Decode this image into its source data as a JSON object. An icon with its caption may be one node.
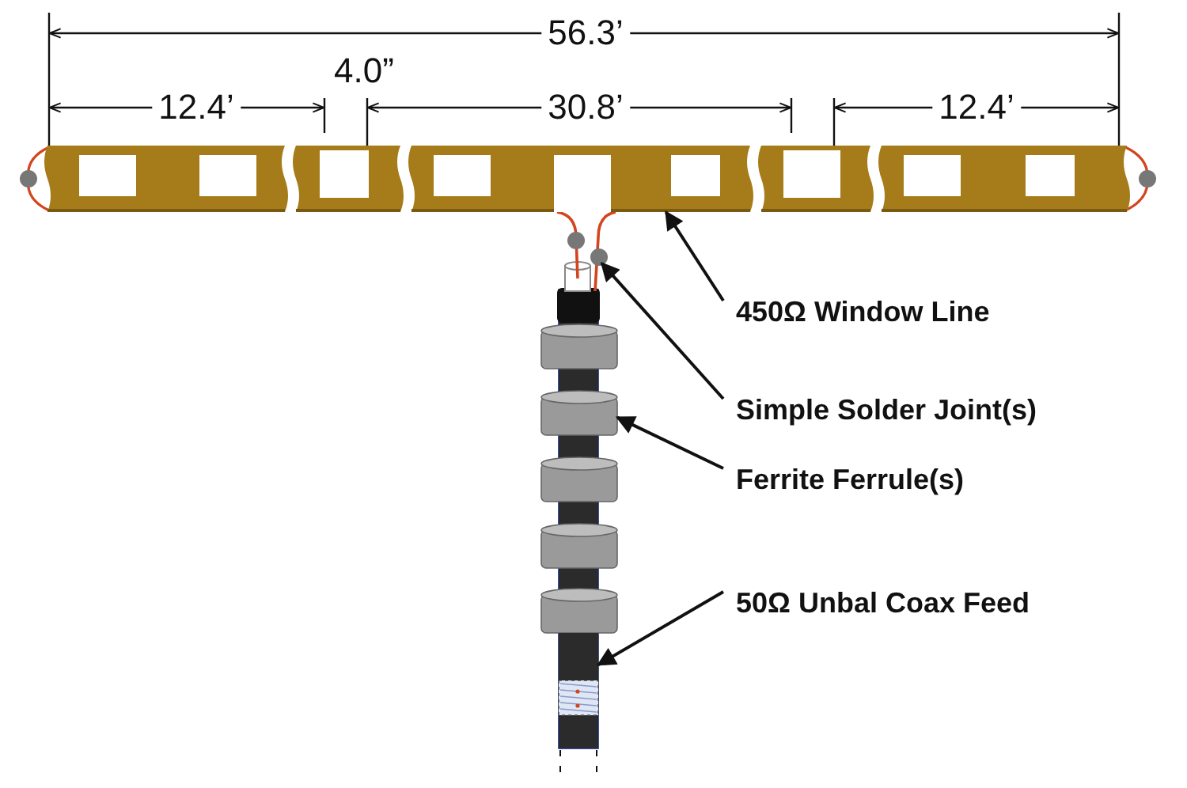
{
  "diagram": {
    "nodes": [
      {
        "text": [
          "450Ω Window Line"
        ]
      },
      {
        "text": [
          "Simple Solder Joint(s)"
        ]
      },
      {
        "text": [
          "Ferrite Ferrule(s)"
        ]
      },
      {
        "text": [
          "50Ω Unbal Coax Feed"
        ]
      },
      {
        "text": [],
        "shape": "bar"
      },
      {
        "text": [],
        "shape": "circle"
      },
      {
        "text": [],
        "shape": "cylinder"
      },
      {
        "text": [],
        "shape": "cylinder"
      }
    ],
    "edges": [
      {
        "from": 0,
        "to": 4,
        "arrow": "to"
      },
      {
        "from": 1,
        "to": 5,
        "arrow": "to"
      },
      {
        "from": 2,
        "to": 6,
        "arrow": "to"
      },
      {
        "from": 3,
        "to": 7,
        "arrow": "to"
      }
    ],
    "labels": [
      "56.3’",
      "4.0”",
      "12.4’",
      "30.8’",
      "12.4’"
    ]
  }
}
